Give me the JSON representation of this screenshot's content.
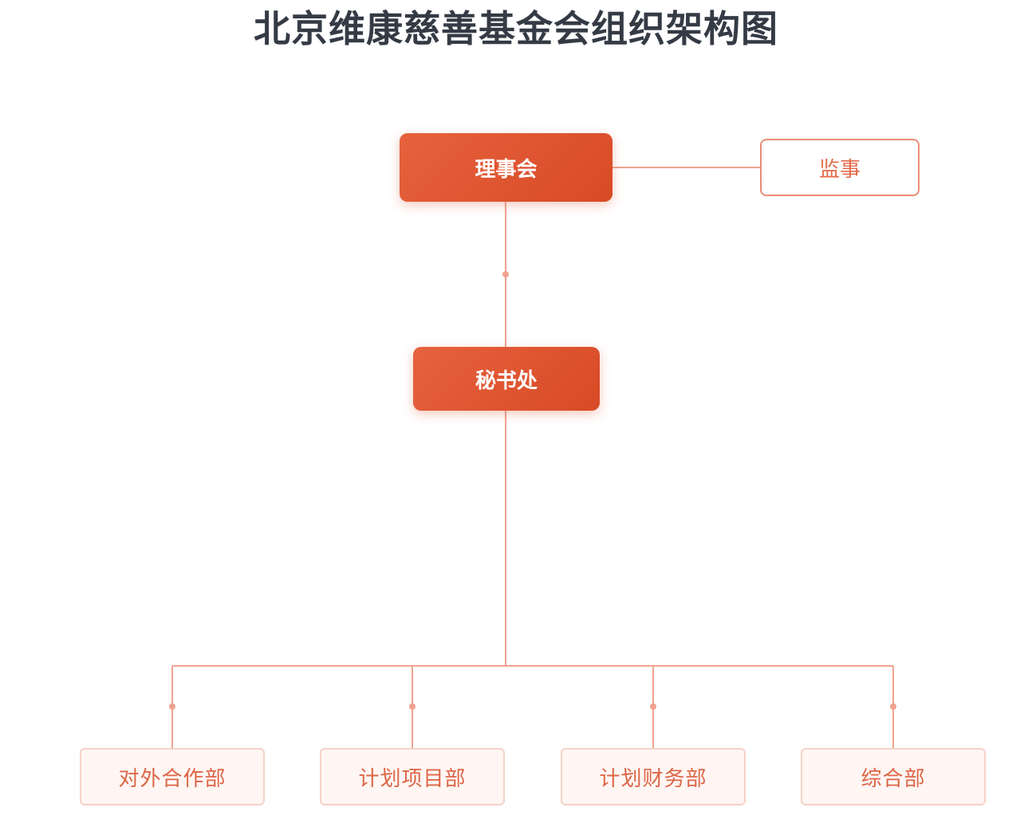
{
  "title": "北京维康慈善基金会组织架构图",
  "nodes": {
    "board": "理事会",
    "supervisor": "监事",
    "secretariat": "秘书处",
    "departments": [
      "对外合作部",
      "计划项目部",
      "计划财务部",
      "综合部"
    ]
  },
  "colors": {
    "primary": "#dd5330",
    "line": "#f0a28f",
    "text_dark": "#343b45",
    "dept_bg": "#fff6f3"
  }
}
